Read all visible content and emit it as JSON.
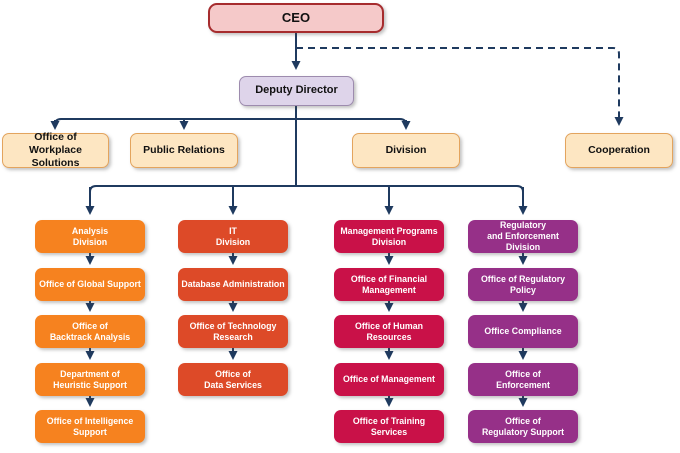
{
  "chart_type": "org-chart",
  "colors": {
    "connector_line": "#1f3a5f",
    "ceo_fill": "#f5c9c9",
    "ceo_border": "#a62c2e",
    "deputy_fill": "#ded4ea",
    "deputy_border": "#9d8bae",
    "cream_fill": "#fde6c2",
    "cream_border": "#e3a45e",
    "column_analysis": "#f6821f",
    "column_it": "#dd4a28",
    "column_management": "#c91148",
    "column_regulatory": "#963088",
    "box_text_light": "#ffffff",
    "box_text_dark": "#111111"
  },
  "nodes": {
    "ceo": {
      "label": "CEO"
    },
    "deputy": {
      "label": "Deputy Director"
    },
    "level2": [
      {
        "id": "office-of-workplace-solutions",
        "label": "Office of\nWorkplace Solutions"
      },
      {
        "id": "public-relations",
        "label": "Public Relations"
      },
      {
        "id": "division",
        "label": "Division"
      },
      {
        "id": "cooperation",
        "label": "Cooperation"
      }
    ],
    "columns": [
      {
        "id": "analysis-division",
        "color": "#f6821f",
        "boxes": [
          "Analysis\nDivision",
          "Office of Global Support",
          "Office of\nBacktrack Analysis",
          "Department of\nHeuristic Support",
          "Office of Intelligence\nSupport"
        ]
      },
      {
        "id": "it-division",
        "color": "#dd4a28",
        "boxes": [
          "IT\nDivision",
          "Database Administration",
          "Office of Technology\nResearch",
          "Office of\nData Services"
        ]
      },
      {
        "id": "management-programs-division",
        "color": "#c91148",
        "boxes": [
          "Management Programs\nDivision",
          "Office of Financial\nManagement",
          "Office of Human Resources",
          "Office of Management",
          "Office of Training Services"
        ]
      },
      {
        "id": "regulatory-and-enforcement-division",
        "color": "#963088",
        "boxes": [
          "Regulatory\nand Enforcement Division",
          "Office of Regulatory Policy",
          "Office Compliance",
          "Office of\nEnforcement",
          "Office of\nRegulatory Support"
        ]
      }
    ]
  },
  "edges": [
    {
      "from": "ceo",
      "to": "deputy-director",
      "style": "solid"
    },
    {
      "from": "ceo",
      "to": "cooperation",
      "style": "dashed"
    },
    {
      "from": "deputy-director",
      "to": "office-of-workplace-solutions",
      "style": "solid"
    },
    {
      "from": "deputy-director",
      "to": "public-relations",
      "style": "solid"
    },
    {
      "from": "deputy-director",
      "to": "division",
      "style": "solid"
    },
    {
      "from": "deputy-director",
      "to": "analysis-division",
      "style": "solid"
    },
    {
      "from": "deputy-director",
      "to": "it-division",
      "style": "solid"
    },
    {
      "from": "deputy-director",
      "to": "management-programs-division",
      "style": "solid"
    },
    {
      "from": "deputy-director",
      "to": "regulatory-and-enforcement-division",
      "style": "solid"
    },
    {
      "from": "analysis-division",
      "to": "office-of-global-support",
      "style": "solid"
    },
    {
      "from": "office-of-global-support",
      "to": "office-of-backtrack-analysis",
      "style": "solid"
    },
    {
      "from": "office-of-backtrack-analysis",
      "to": "department-of-heuristic-support",
      "style": "solid"
    },
    {
      "from": "department-of-heuristic-support",
      "to": "office-of-intelligence-support",
      "style": "solid"
    },
    {
      "from": "it-division",
      "to": "database-administration",
      "style": "solid"
    },
    {
      "from": "database-administration",
      "to": "office-of-technology-research",
      "style": "solid"
    },
    {
      "from": "office-of-technology-research",
      "to": "office-of-data-services",
      "style": "solid"
    },
    {
      "from": "management-programs-division",
      "to": "office-of-financial-management",
      "style": "solid"
    },
    {
      "from": "office-of-financial-management",
      "to": "office-of-human-resources",
      "style": "solid"
    },
    {
      "from": "office-of-human-resources",
      "to": "office-of-management",
      "style": "solid"
    },
    {
      "from": "office-of-management",
      "to": "office-of-training-services",
      "style": "solid"
    },
    {
      "from": "regulatory-and-enforcement-division",
      "to": "office-of-regulatory-policy",
      "style": "solid"
    },
    {
      "from": "office-of-regulatory-policy",
      "to": "office-compliance",
      "style": "solid"
    },
    {
      "from": "office-compliance",
      "to": "office-of-enforcement",
      "style": "solid"
    },
    {
      "from": "office-of-enforcement",
      "to": "office-of-regulatory-support",
      "style": "solid"
    }
  ]
}
